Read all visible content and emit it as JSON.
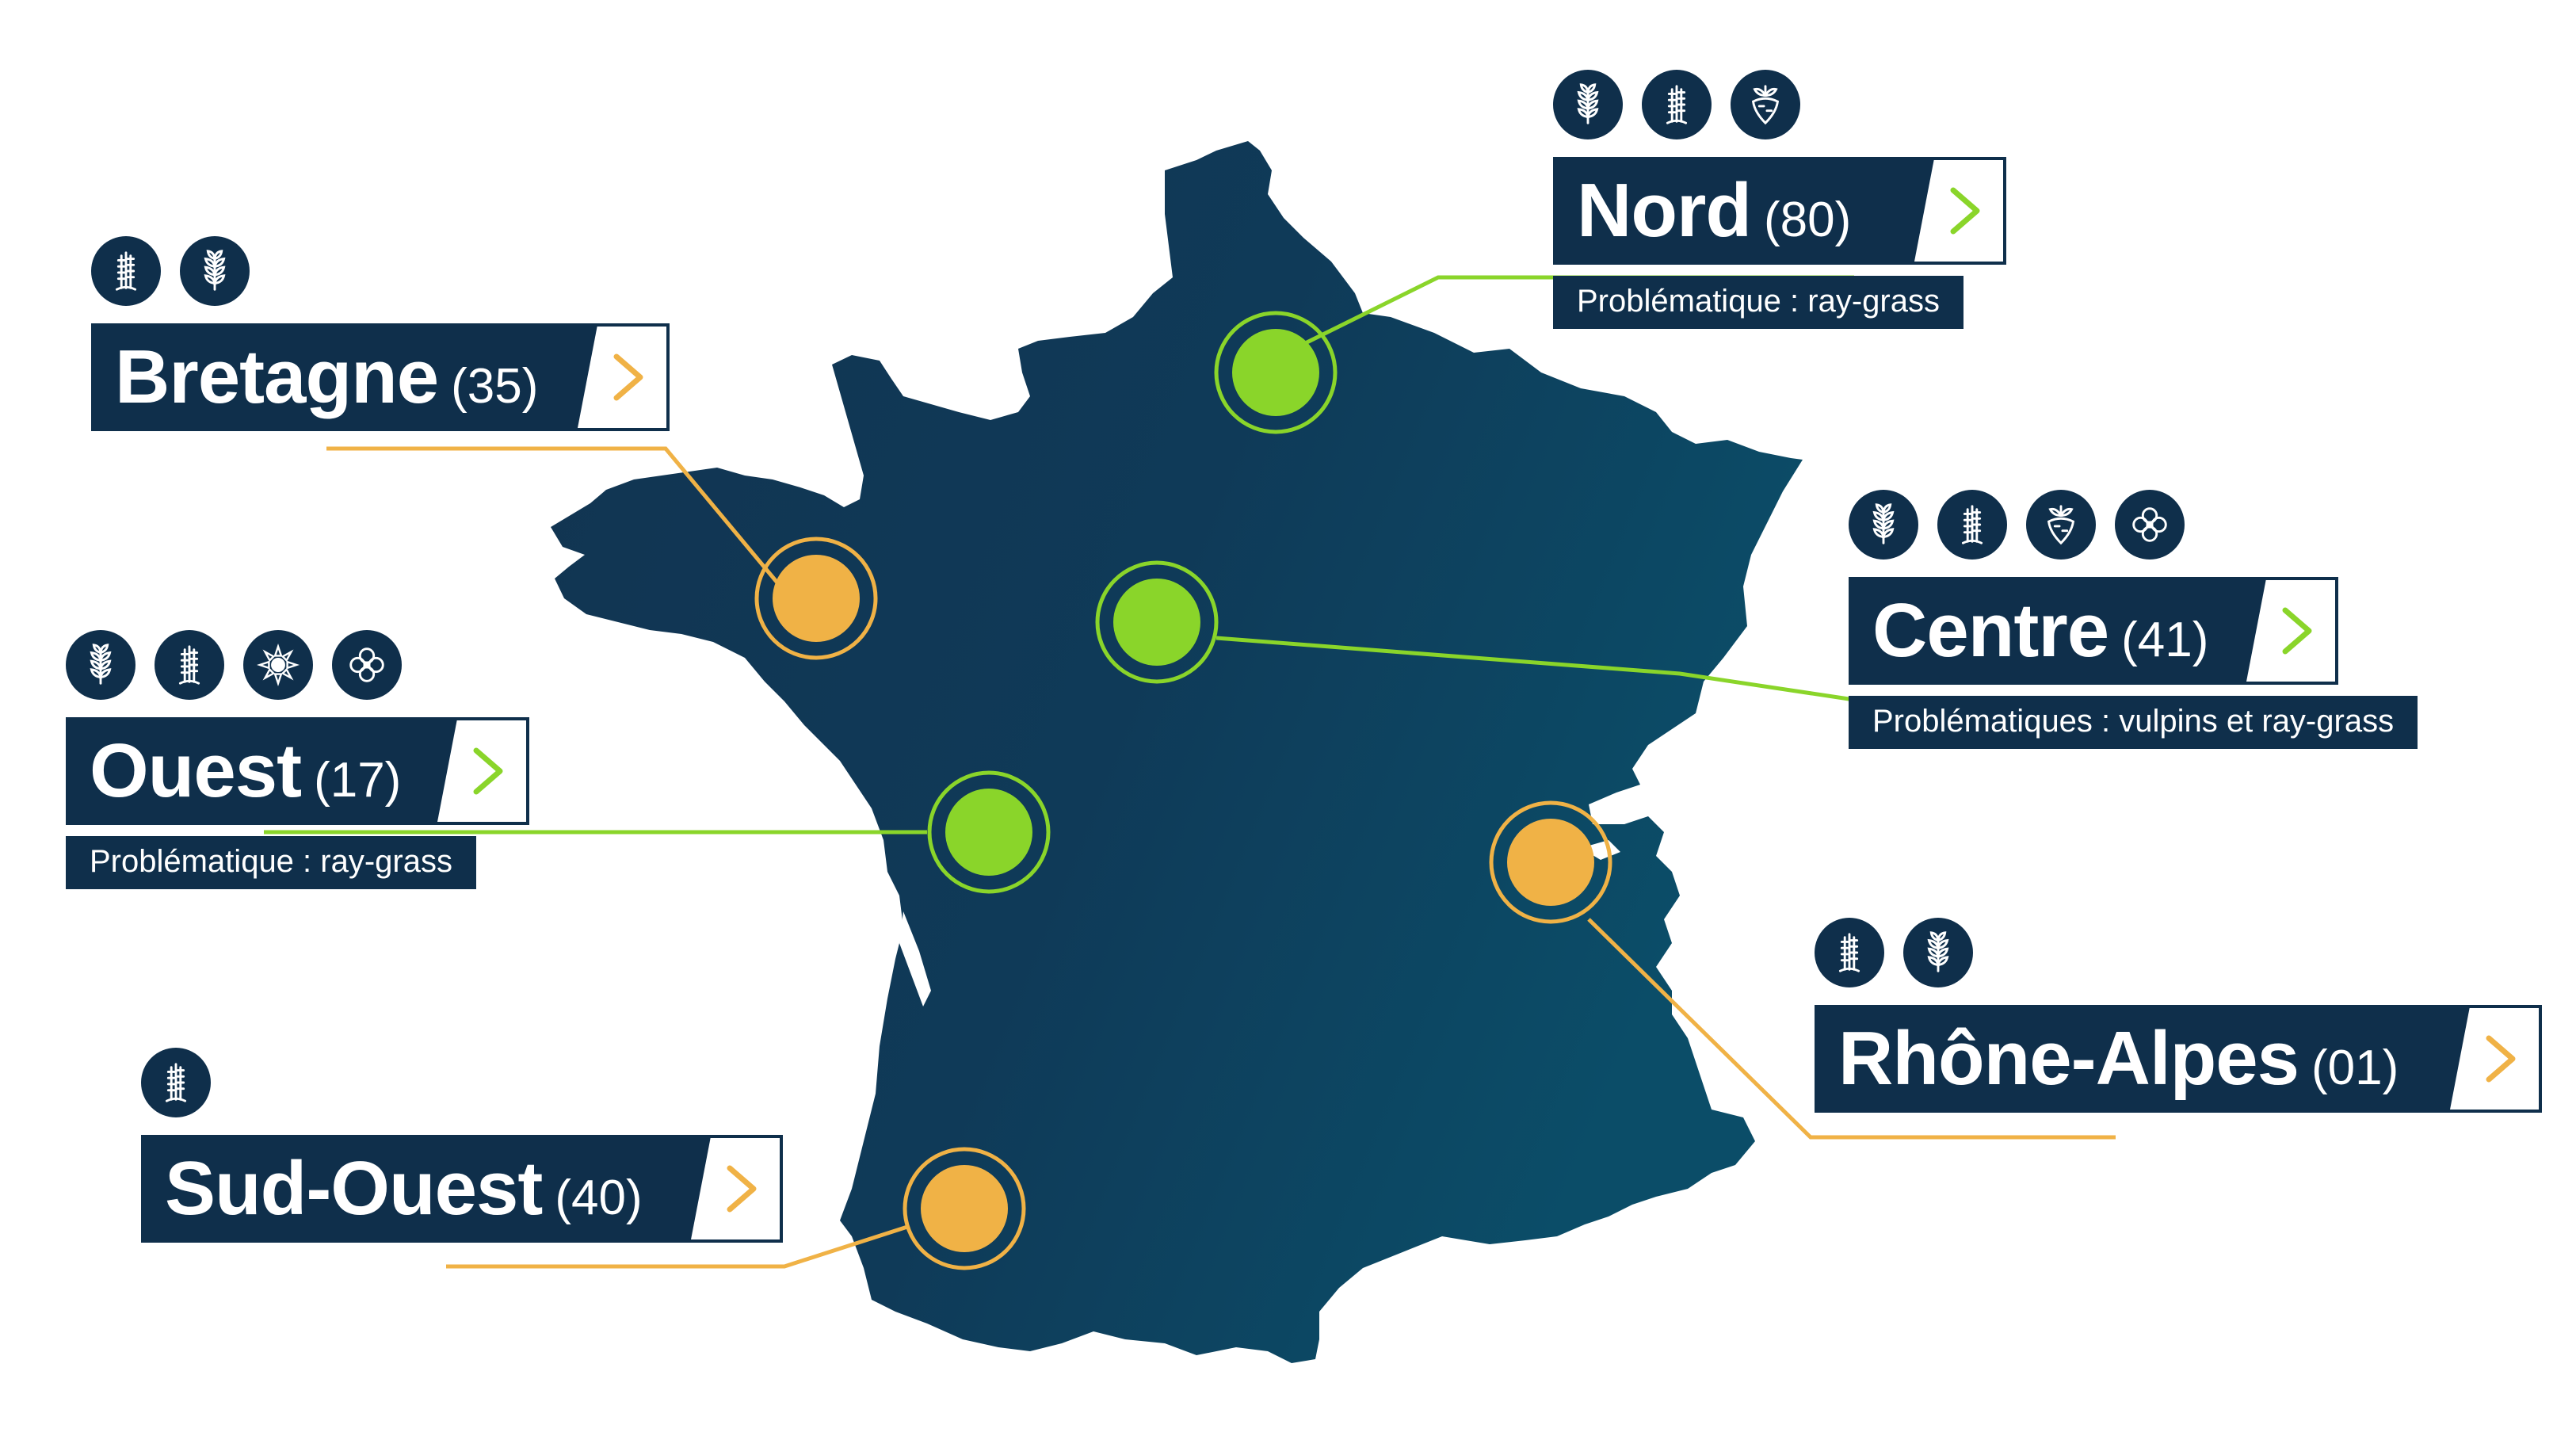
{
  "colors": {
    "navy": "#0f2f4b",
    "map_start": "#123451",
    "map_end": "#0b4b66",
    "green": "#8ad52a",
    "orange": "#f0b246",
    "white": "#ffffff"
  },
  "regions": {
    "nord": {
      "name": "Nord",
      "code": "(80)",
      "problem": "Problématique : ray-grass",
      "status": "green",
      "icons": [
        "wheat-icon",
        "barley-icon",
        "beet-icon"
      ]
    },
    "bretagne": {
      "name": "Bretagne",
      "code": "(35)",
      "status": "orange",
      "icons": [
        "barley-icon",
        "wheat-icon"
      ]
    },
    "centre": {
      "name": "Centre",
      "code": "(41)",
      "problem": "Problématiques : vulpins et ray-grass",
      "status": "green",
      "icons": [
        "wheat-icon",
        "barley-icon",
        "beet-icon",
        "rapeseed-icon"
      ]
    },
    "ouest": {
      "name": "Ouest",
      "code": "(17)",
      "problem": "Problématique : ray-grass",
      "status": "green",
      "icons": [
        "wheat-icon",
        "barley-icon",
        "sunflower-icon",
        "rapeseed-icon"
      ]
    },
    "rhone_alpes": {
      "name": "Rhône-Alpes",
      "code": "(01)",
      "status": "orange",
      "icons": [
        "barley-icon",
        "wheat-icon"
      ]
    },
    "sud_ouest": {
      "name": "Sud-Ouest",
      "code": "(40)",
      "status": "orange",
      "icons": [
        "barley-icon"
      ]
    }
  }
}
